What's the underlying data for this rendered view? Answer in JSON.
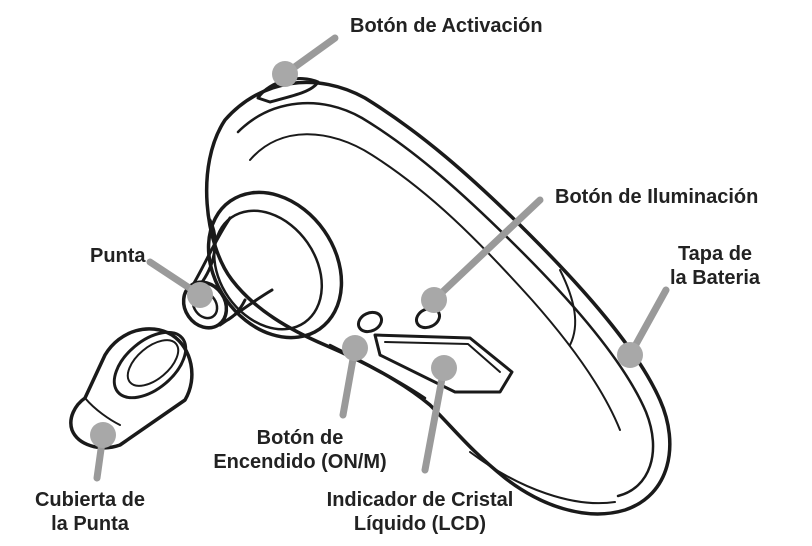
{
  "labels": {
    "activation": "Botón de Activación",
    "illumination": "Botón de Iluminación",
    "tip": "Punta",
    "battery_line1": "Tapa de",
    "battery_line2": "la Bateria",
    "power_line1": "Botón de",
    "power_line2": "Encendido (ON/M)",
    "tipcover_line1": "Cubierta de",
    "tipcover_line2": "la Punta",
    "lcd_line1": "Indicador de Cristal",
    "lcd_line2": "Líquido (LCD)"
  },
  "colors": {
    "outline": "#1a1a1a",
    "leader": "#9a9a9a",
    "marker": "#a8a8a8",
    "text": "#222222"
  }
}
